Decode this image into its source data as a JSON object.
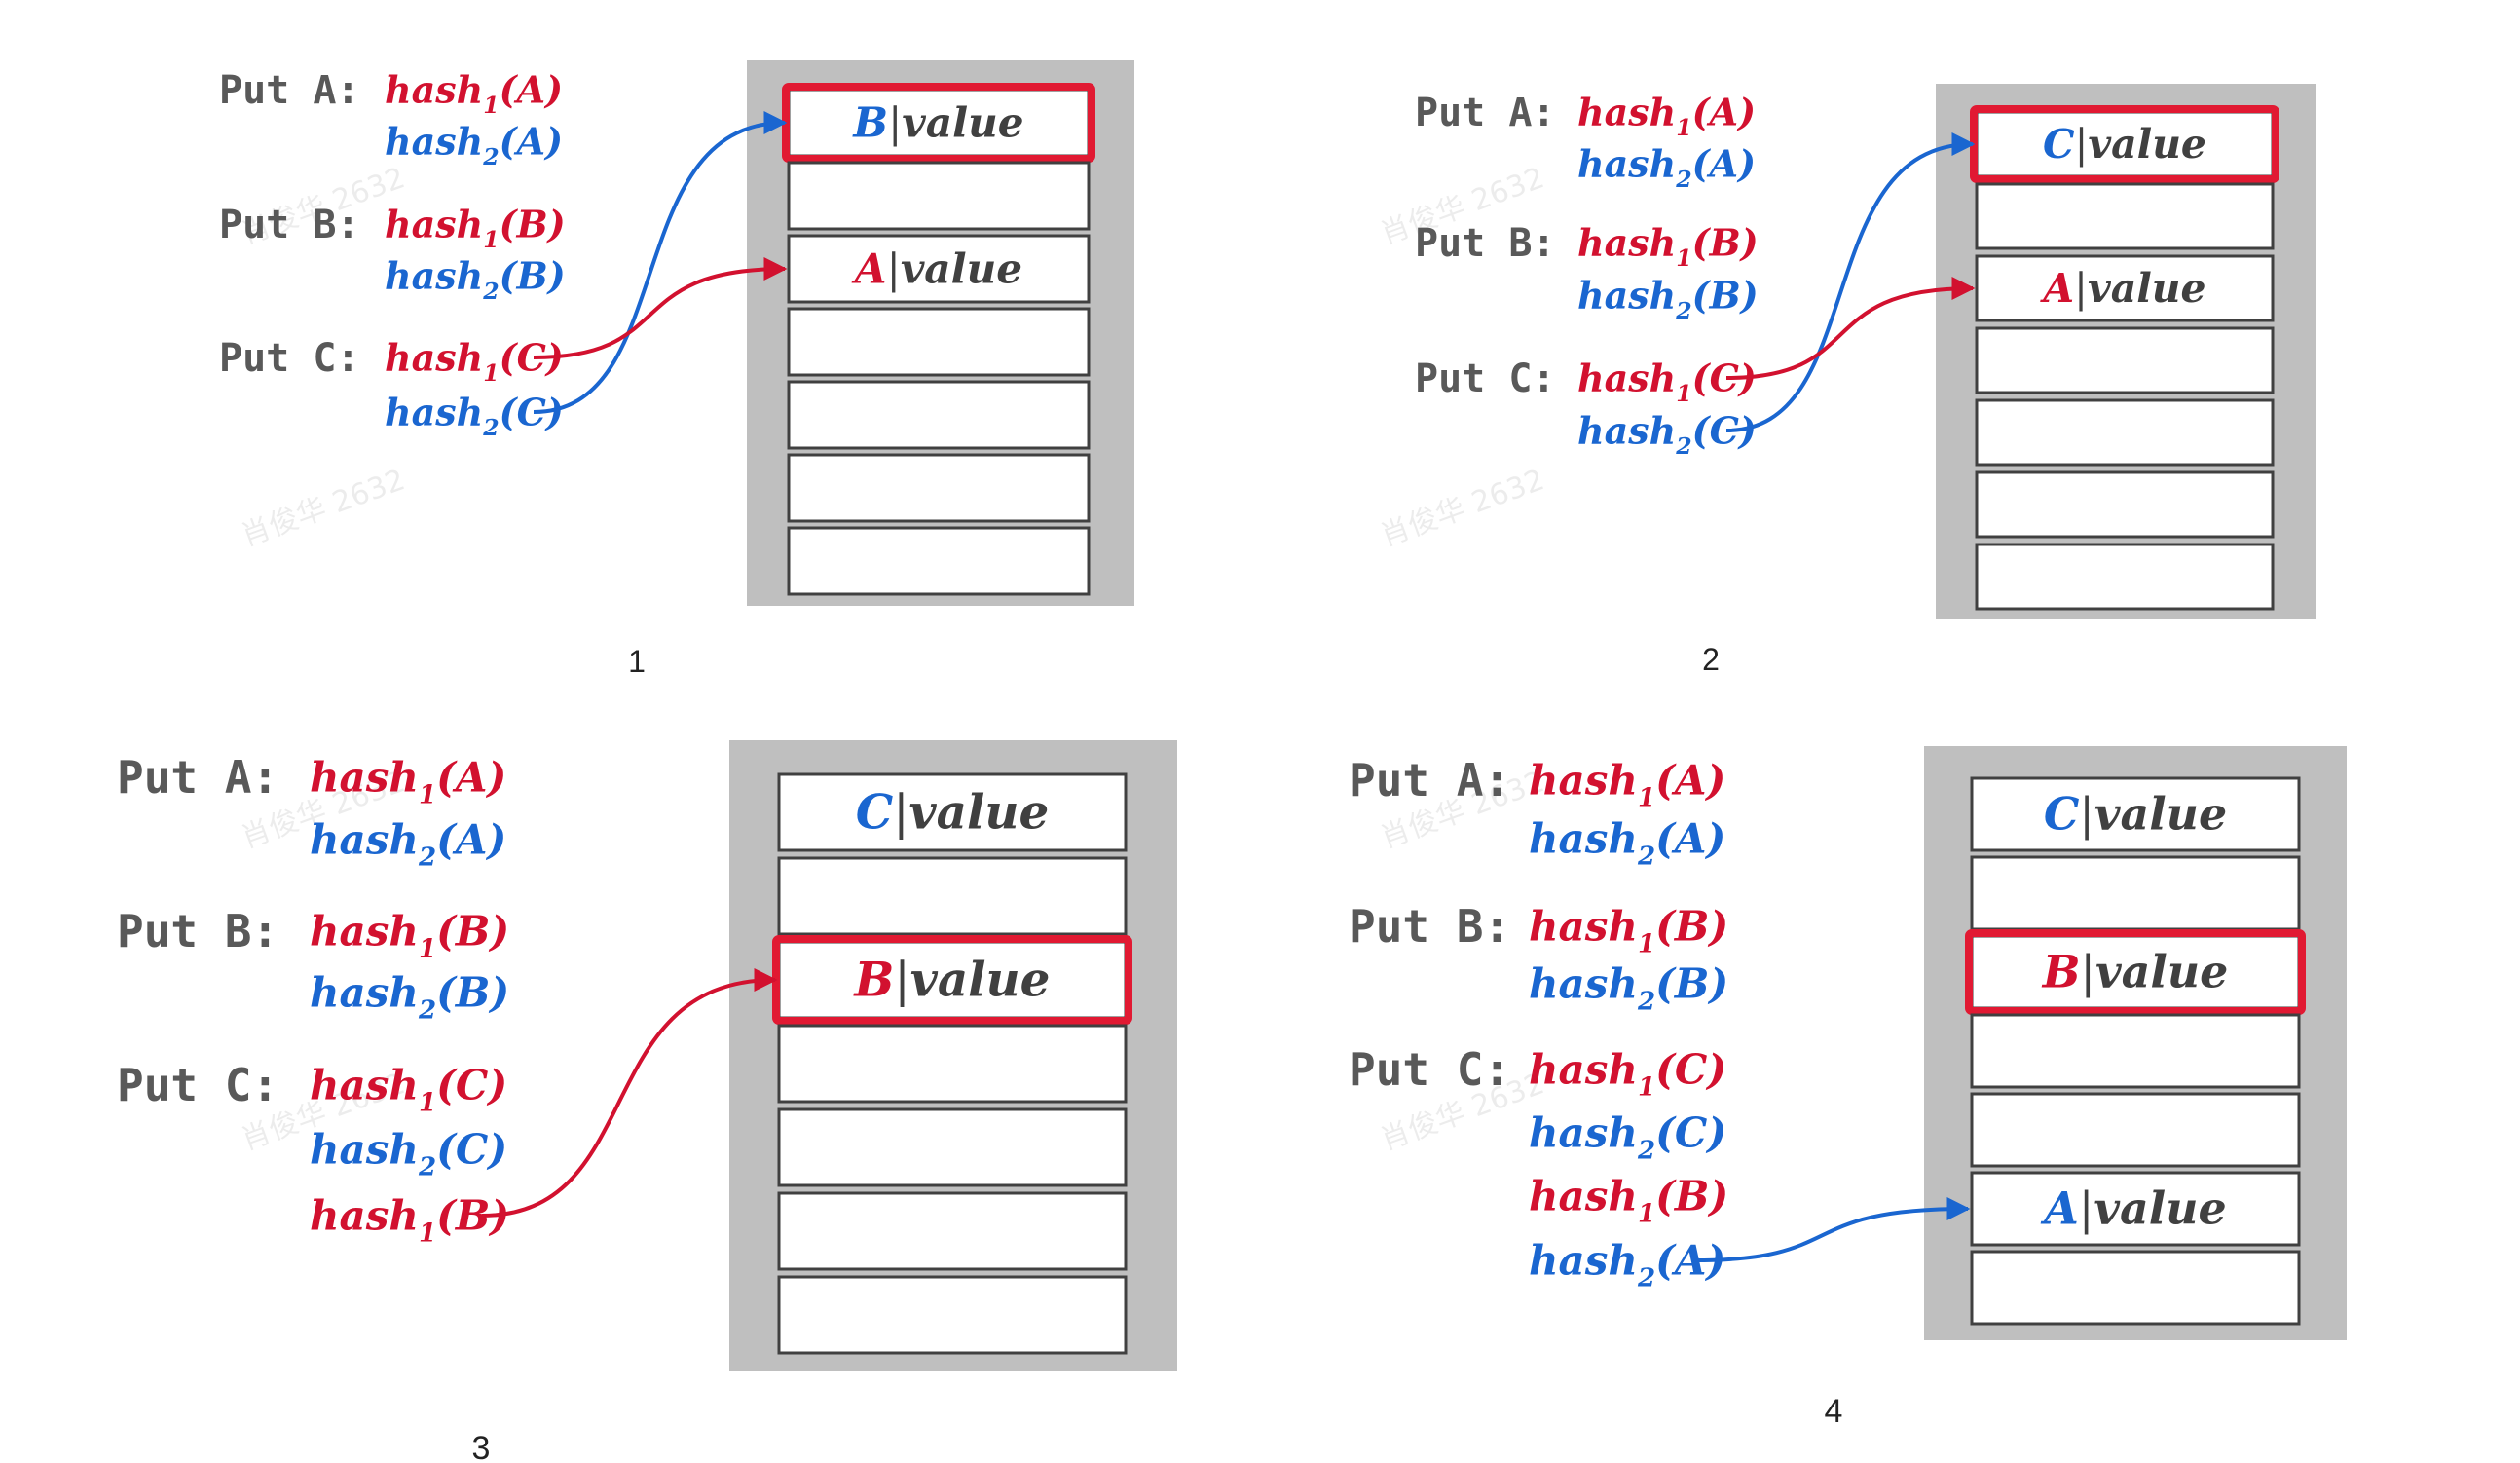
{
  "colors": {
    "h1": "#d2112f",
    "h2": "#1a66d0",
    "table_bg": "#bfbfbf",
    "cell_border": "#404040",
    "highlight": "#e11932"
  },
  "watermark": "肖俊华 2632",
  "panels": [
    {
      "caption": "1",
      "ops": [
        {
          "label": "Put A:",
          "hashes": [
            {
              "t": "hash",
              "sub": "1",
              "arg": "(A)",
              "c": "h1"
            },
            {
              "t": "hash",
              "sub": "2",
              "arg": "(A)",
              "c": "h2"
            }
          ]
        },
        {
          "label": "Put B:",
          "hashes": [
            {
              "t": "hash",
              "sub": "1",
              "arg": "(B)",
              "c": "h1"
            },
            {
              "t": "hash",
              "sub": "2",
              "arg": "(B)",
              "c": "h2"
            }
          ]
        },
        {
          "label": "Put C:",
          "hashes": [
            {
              "t": "hash",
              "sub": "1",
              "arg": "(C)",
              "c": "h1"
            },
            {
              "t": "hash",
              "sub": "2",
              "arg": "(C)",
              "c": "h2"
            }
          ]
        }
      ],
      "cells": [
        {
          "key": "B",
          "kc": "h2",
          "val": "value",
          "hl": true
        },
        {},
        {
          "key": "A",
          "kc": "h1",
          "val": "value"
        },
        {},
        {},
        {},
        {}
      ],
      "arrows": [
        {
          "from": [
            2,
            1
          ],
          "to": 0,
          "c": "h2"
        },
        {
          "from": [
            2,
            0
          ],
          "to": 2,
          "c": "h1"
        }
      ]
    },
    {
      "caption": "2",
      "ops": [
        {
          "label": "Put A:",
          "hashes": [
            {
              "t": "hash",
              "sub": "1",
              "arg": "(A)",
              "c": "h1"
            },
            {
              "t": "hash",
              "sub": "2",
              "arg": "(A)",
              "c": "h2"
            }
          ]
        },
        {
          "label": "Put B:",
          "hashes": [
            {
              "t": "hash",
              "sub": "1",
              "arg": "(B)",
              "c": "h1"
            },
            {
              "t": "hash",
              "sub": "2",
              "arg": "(B)",
              "c": "h2"
            }
          ]
        },
        {
          "label": "Put C:",
          "hashes": [
            {
              "t": "hash",
              "sub": "1",
              "arg": "(C)",
              "c": "h1"
            },
            {
              "t": "hash",
              "sub": "2",
              "arg": "(C)",
              "c": "h2"
            }
          ]
        }
      ],
      "cells": [
        {
          "key": "C",
          "kc": "h2",
          "val": "value",
          "hl": true
        },
        {},
        {
          "key": "A",
          "kc": "h1",
          "val": "value"
        },
        {},
        {},
        {},
        {}
      ],
      "arrows": [
        {
          "from": [
            2,
            1
          ],
          "to": 0,
          "c": "h2"
        },
        {
          "from": [
            2,
            0
          ],
          "to": 2,
          "c": "h1"
        }
      ]
    },
    {
      "caption": "3",
      "ops": [
        {
          "label": "Put A:",
          "hashes": [
            {
              "t": "hash",
              "sub": "1",
              "arg": "(A)",
              "c": "h1"
            },
            {
              "t": "hash",
              "sub": "2",
              "arg": "(A)",
              "c": "h2"
            }
          ]
        },
        {
          "label": "Put B:",
          "hashes": [
            {
              "t": "hash",
              "sub": "1",
              "arg": "(B)",
              "c": "h1"
            },
            {
              "t": "hash",
              "sub": "2",
              "arg": "(B)",
              "c": "h2"
            }
          ]
        },
        {
          "label": "Put C:",
          "hashes": [
            {
              "t": "hash",
              "sub": "1",
              "arg": "(C)",
              "c": "h1"
            },
            {
              "t": "hash",
              "sub": "2",
              "arg": "(C)",
              "c": "h2"
            },
            {
              "t": "hash",
              "sub": "1",
              "arg": "(B)",
              "c": "h1"
            }
          ]
        }
      ],
      "cells": [
        {
          "key": "C",
          "kc": "h2",
          "val": "value"
        },
        {},
        {
          "key": "B",
          "kc": "h1",
          "val": "value",
          "hl": true
        },
        {},
        {},
        {},
        {}
      ],
      "arrows": [
        {
          "from": [
            2,
            2
          ],
          "to": 2,
          "c": "h1"
        }
      ]
    },
    {
      "caption": "4",
      "ops": [
        {
          "label": "Put A:",
          "hashes": [
            {
              "t": "hash",
              "sub": "1",
              "arg": "(A)",
              "c": "h1"
            },
            {
              "t": "hash",
              "sub": "2",
              "arg": "(A)",
              "c": "h2"
            }
          ]
        },
        {
          "label": "Put B:",
          "hashes": [
            {
              "t": "hash",
              "sub": "1",
              "arg": "(B)",
              "c": "h1"
            },
            {
              "t": "hash",
              "sub": "2",
              "arg": "(B)",
              "c": "h2"
            }
          ]
        },
        {
          "label": "Put C:",
          "hashes": [
            {
              "t": "hash",
              "sub": "1",
              "arg": "(C)",
              "c": "h1"
            },
            {
              "t": "hash",
              "sub": "2",
              "arg": "(C)",
              "c": "h2"
            },
            {
              "t": "hash",
              "sub": "1",
              "arg": "(B)",
              "c": "h1"
            },
            {
              "t": "hash",
              "sub": "2",
              "arg": "(A)",
              "c": "h2"
            }
          ]
        }
      ],
      "cells": [
        {
          "key": "C",
          "kc": "h2",
          "val": "value"
        },
        {},
        {
          "key": "B",
          "kc": "h1",
          "val": "value",
          "hl": true
        },
        {},
        {},
        {
          "key": "A",
          "kc": "h2",
          "val": "value"
        },
        {}
      ],
      "arrows": [
        {
          "from": [
            2,
            3
          ],
          "to": 5,
          "c": "h2"
        }
      ]
    }
  ]
}
